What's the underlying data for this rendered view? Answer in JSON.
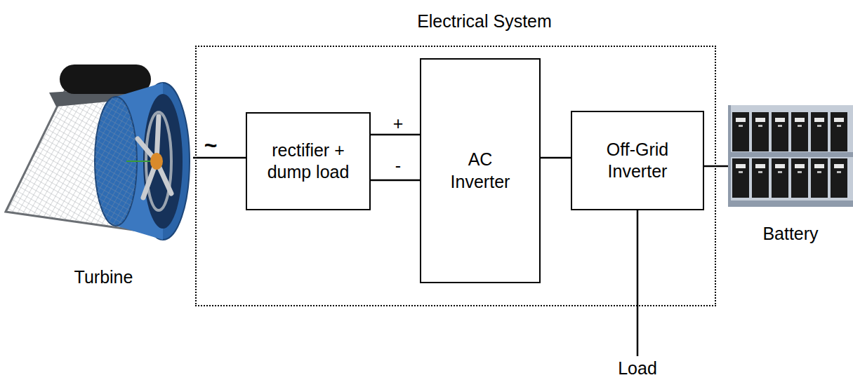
{
  "diagram": {
    "nodes": [
      {
        "text": [
          "Electrical System"
        ]
      },
      {
        "text": [
          "Turbine"
        ]
      },
      {
        "text": [
          "rectifier + dump load"
        ],
        "in": 0
      },
      {
        "text": [
          "AC Inverter"
        ],
        "in": 0
      },
      {
        "text": [
          "Off-Grid Inverter"
        ],
        "in": 0
      },
      {
        "text": [
          "Battery"
        ]
      },
      {
        "text": [
          "Load"
        ]
      }
    ],
    "edges": [
      {
        "from": 1,
        "to": 2,
        "arrow": "none"
      },
      {
        "from": 2,
        "to": 3,
        "label": "+",
        "arrow": "none"
      },
      {
        "from": 2,
        "to": 3,
        "label": "-",
        "arrow": "none"
      },
      {
        "from": 3,
        "to": 4,
        "arrow": "none"
      },
      {
        "from": 4,
        "to": 5,
        "arrow": "none"
      },
      {
        "from": 4,
        "to": 6,
        "arrow": "none"
      }
    ],
    "labels": [
      "~"
    ]
  }
}
